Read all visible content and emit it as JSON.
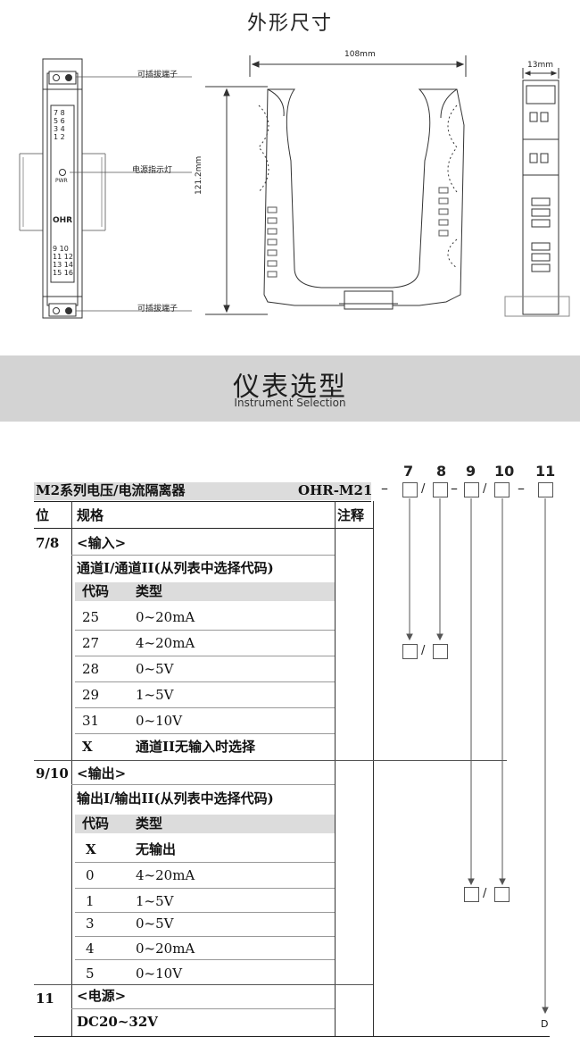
{
  "dimension": {
    "title": "外形尺寸",
    "width_label": "108mm",
    "height_label": "121.2mm",
    "thickness_label": "13mm",
    "callout_terminal_top": "可插拔端子",
    "callout_power_led": "电源指示灯",
    "callout_terminal_bottom": "可插拔端子",
    "module": {
      "terminals_top": [
        "7  8",
        "5  6",
        "3  4",
        "1  2"
      ],
      "pwr_label": "PWR",
      "brand": "OHR",
      "terminals_bottom": [
        "9  10",
        "11 12",
        "13 14",
        "15 16"
      ]
    }
  },
  "selection": {
    "title": "仪表选型",
    "subtitle": "Instrument Selection",
    "series_name": "M2系列电压/电流隔离器",
    "model_prefix": "OHR-M21",
    "position_numbers": [
      "7",
      "8",
      "9",
      "10",
      "11"
    ],
    "header": {
      "pos": "位",
      "spec": "规格",
      "note": "注释"
    },
    "input": {
      "pos": "7/8",
      "title": "<输入>",
      "desc": "通道I/通道II(从列表中选择代码)",
      "code_header": "代码",
      "type_header": "类型",
      "rows": [
        {
          "code": "25",
          "type": "0~20mA"
        },
        {
          "code": "27",
          "type": "4~20mA"
        },
        {
          "code": "28",
          "type": "0~5V"
        },
        {
          "code": "29",
          "type": "1~5V"
        },
        {
          "code": "31",
          "type": "0~10V"
        },
        {
          "code": "X",
          "type": "通道II无输入时选择"
        }
      ]
    },
    "output": {
      "pos": "9/10",
      "title": "<输出>",
      "desc": "输出I/输出II(从列表中选择代码)",
      "code_header": "代码",
      "type_header": "类型",
      "rows": [
        {
          "code": "X",
          "type": "无输出"
        },
        {
          "code": "0",
          "type": "4~20mA"
        },
        {
          "code": "1",
          "type": "1~5V"
        },
        {
          "code": "3",
          "type": "0~5V"
        },
        {
          "code": "4",
          "type": "0~20mA"
        },
        {
          "code": "5",
          "type": "0~10V"
        }
      ]
    },
    "power": {
      "pos": "11",
      "title": "<电源>",
      "value": "DC20~32V",
      "code": "D"
    }
  }
}
